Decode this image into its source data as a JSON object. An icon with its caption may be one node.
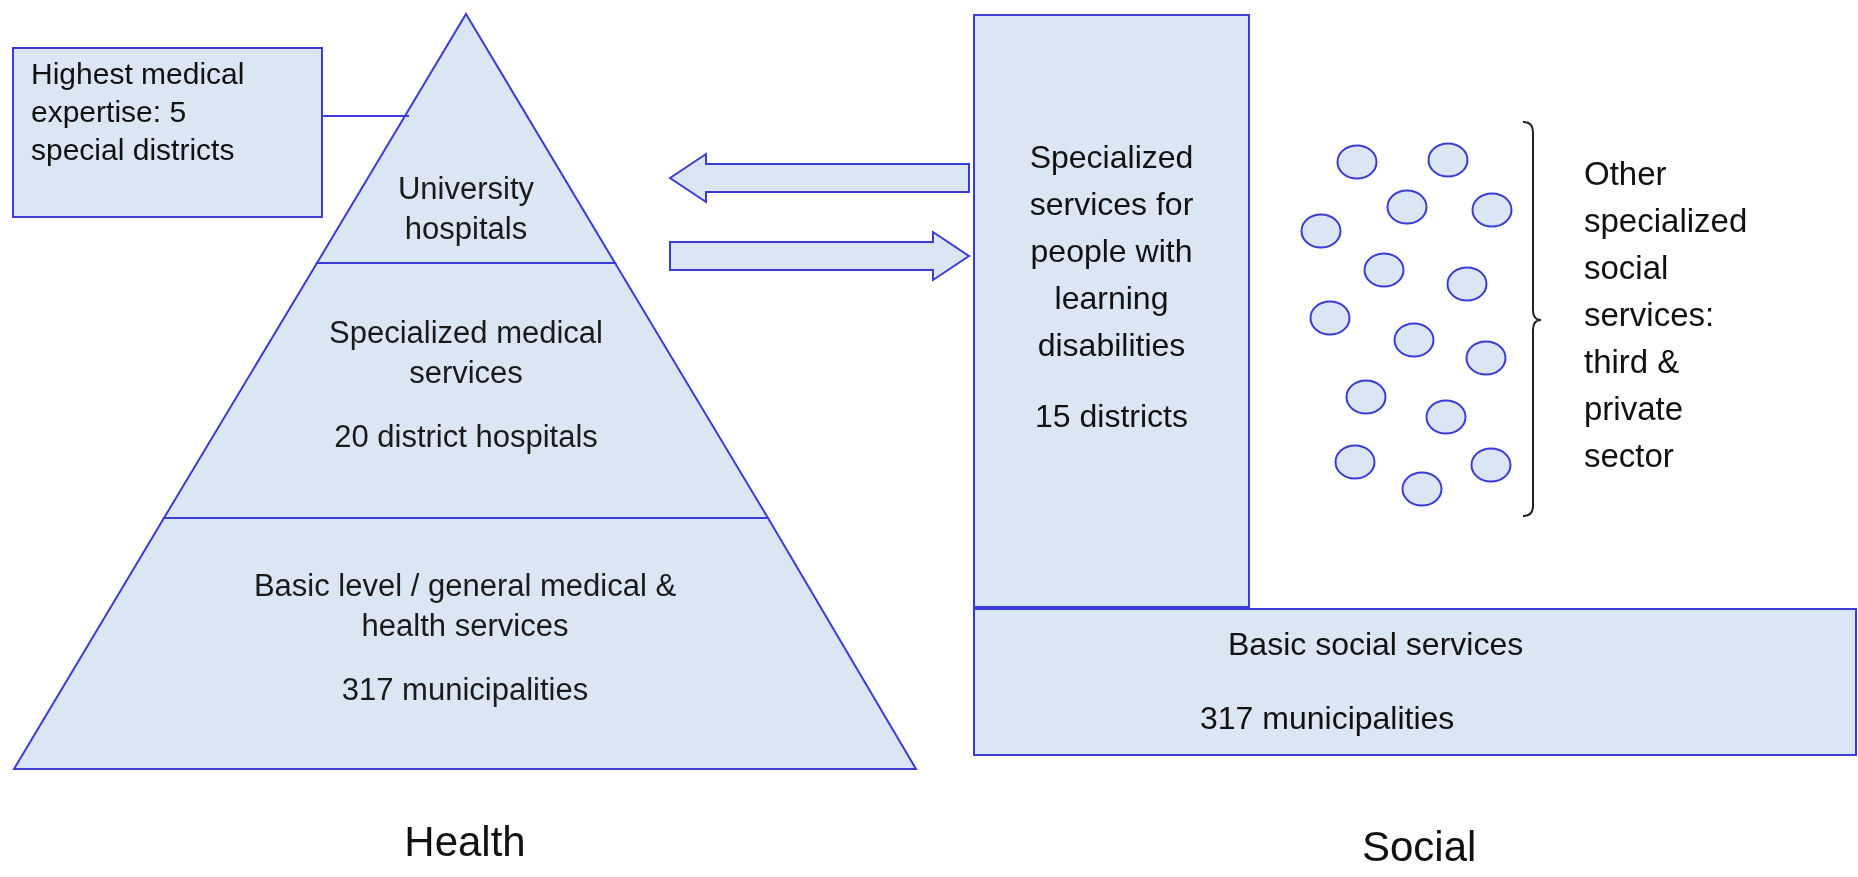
{
  "diagram": {
    "nodes": [
      {
        "text": [
          "Health"
        ]
      },
      {
        "text": [
          "University hospitals"
        ],
        "in": 0
      },
      {
        "text": [
          "Specialized medical services",
          "20 district hospitals"
        ],
        "in": 0
      },
      {
        "text": [
          "Basic level / general medical & health services",
          "317 municipalities"
        ],
        "in": 0
      },
      {
        "text": [
          "Highest medical expertise: 5 special districts"
        ]
      },
      {
        "text": [
          "Specialized services for people with learning disabilities",
          "15 districts"
        ]
      },
      {
        "text": [
          "Basic social services",
          "317 municipalities"
        ]
      },
      {
        "text": [],
        "shape": "circle"
      },
      {
        "text": [],
        "shape": "circle"
      },
      {
        "text": [],
        "shape": "circle"
      },
      {
        "text": [],
        "shape": "circle"
      },
      {
        "text": [],
        "shape": "circle"
      },
      {
        "text": [],
        "shape": "circle"
      },
      {
        "text": [],
        "shape": "circle"
      },
      {
        "text": [],
        "shape": "circle"
      },
      {
        "text": [],
        "shape": "circle"
      },
      {
        "text": [],
        "shape": "circle"
      },
      {
        "text": [],
        "shape": "circle"
      },
      {
        "text": [],
        "shape": "circle"
      },
      {
        "text": [],
        "shape": "circle"
      },
      {
        "text": [],
        "shape": "circle"
      },
      {
        "text": [],
        "shape": "circle"
      }
    ],
    "edges": [
      {
        "from": 4,
        "to": 1,
        "arrow": "none"
      },
      {
        "from": 5,
        "to": 0,
        "arrow": "to"
      },
      {
        "from": 0,
        "to": 5,
        "arrow": "to"
      }
    ],
    "labels": [
      "Other specialized social services: third & private sector",
      "Social"
    ]
  }
}
